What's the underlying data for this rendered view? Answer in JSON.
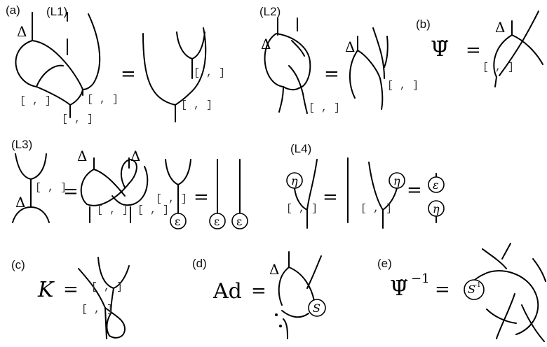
{
  "panels": {
    "a": "(a)",
    "b": "(b)",
    "c": "(c)",
    "d": "(d)",
    "e": "(e)"
  },
  "relations": {
    "L1": "(L1)",
    "L2": "(L2)",
    "L3": "(L3)",
    "L4": "(L4)"
  },
  "symbols": {
    "delta": "Δ",
    "bracket": "[ , ]",
    "equals": "=",
    "epsilon": "ε",
    "eta": "η",
    "psi": "Ψ̃",
    "psi_inv_sup": "−1",
    "K": "K",
    "Ad": "Ad",
    "S": "S",
    "S_inv": "S",
    "S_inv_sup": "-1"
  }
}
